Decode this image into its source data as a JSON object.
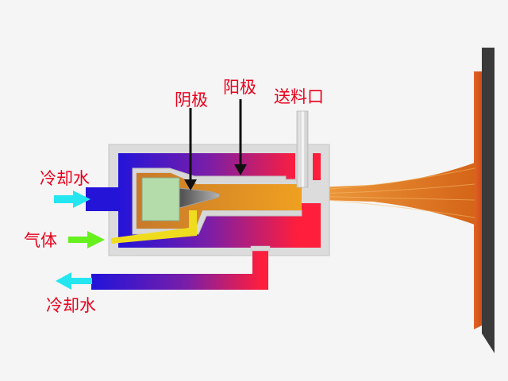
{
  "labels": {
    "cathode": "阴极",
    "anode": "阳极",
    "feed_port": "送料口",
    "cooling_water_in": "冷却水",
    "gas": "气体",
    "cooling_water_out": "冷却水"
  },
  "colors": {
    "label_text": "#e8001c",
    "background": "#f5f5f5",
    "body_outline": "#d7d7d7",
    "cold": "#1f13d6",
    "hot": "#ff1e3c",
    "flame": "#f08c1e",
    "cathode_block": "#b4dcaa",
    "water_in_arrow": "#23e6f0",
    "water_out_arrow": "#23e6f0",
    "gas_arrow": "#66f01e",
    "gas_channel": "#f0dc1e",
    "target_plate": "#e86020",
    "target_base": "#3a3a3a"
  }
}
